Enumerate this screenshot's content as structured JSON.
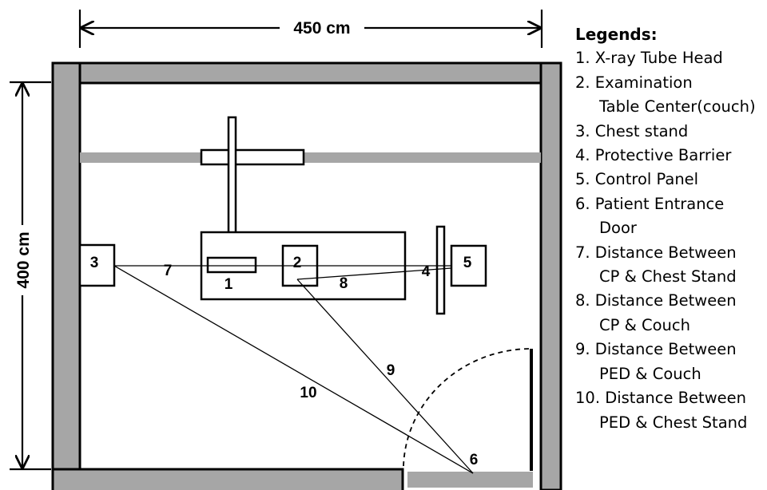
{
  "dimensions": {
    "width_label": "450 cm",
    "height_label": "400 cm"
  },
  "markers": {
    "m1": "1",
    "m2": "2",
    "m3": "3",
    "m4": "4",
    "m5": "5",
    "m6": "6",
    "m7": "7",
    "m8": "8",
    "m9": "9",
    "m10": "10"
  },
  "legend": {
    "title": "Legends:",
    "items": [
      {
        "line1": "1. X-ray Tube Head",
        "line2": ""
      },
      {
        "line1": "2. Examination",
        "line2": "Table Center(couch)"
      },
      {
        "line1": "3. Chest stand",
        "line2": ""
      },
      {
        "line1": "4. Protective Barrier",
        "line2": ""
      },
      {
        "line1": "5. Control Panel",
        "line2": ""
      },
      {
        "line1": "6. Patient Entrance",
        "line2": "Door"
      },
      {
        "line1": "7. Distance Between",
        "line2": "CP & Chest Stand"
      },
      {
        "line1": "8. Distance Between",
        "line2": "CP & Couch"
      },
      {
        "line1": "9. Distance Between",
        "line2": "PED & Couch"
      },
      {
        "line1": "10. Distance Between",
        "line2": "PED & Chest Stand"
      }
    ]
  }
}
